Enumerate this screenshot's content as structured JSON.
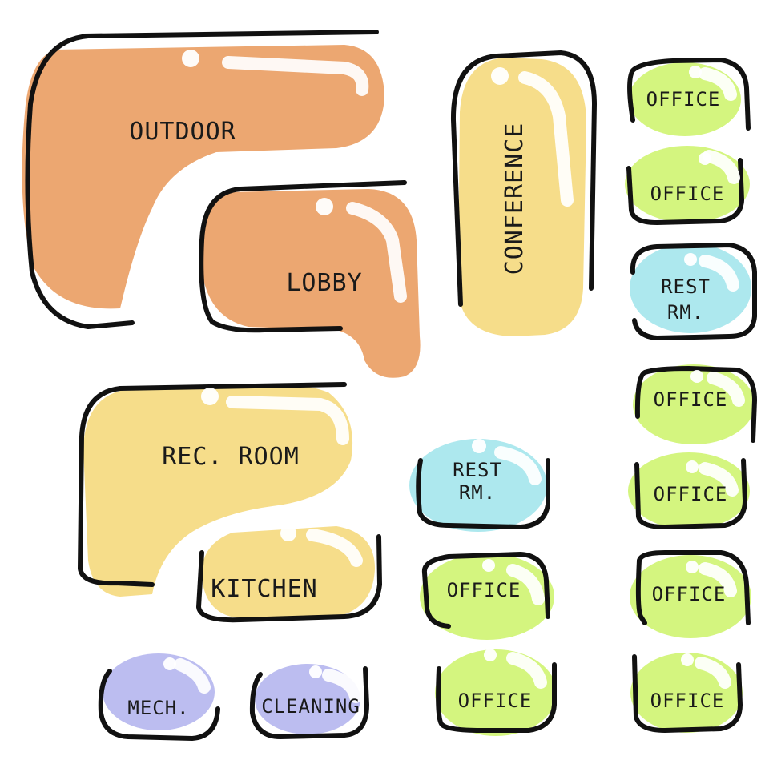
{
  "colors": {
    "outdoor_lobby": "#eca771",
    "rec_kitchen": "#f6dd8a",
    "conference": "#f6dd8a",
    "office": "#d4f57f",
    "rest_room": "#ade8ee",
    "utility": "#bcbdf0",
    "ink": "#111111"
  },
  "rooms": {
    "outdoor": "OUTDOOR",
    "lobby": "LOBBY",
    "conference": "CONFERENCE",
    "rec_room": "REC. ROOM",
    "kitchen": "KITCHEN",
    "mech": "MECH.",
    "cleaning": "CLEANING",
    "rest_room_center_line1": "REST",
    "rest_room_center_line2": "RM.",
    "rest_room_right_line1": "REST",
    "rest_room_right_line2": "RM.",
    "office_right_1": "OFFICE",
    "office_right_2": "OFFICE",
    "office_right_3": "OFFICE",
    "office_right_4": "OFFICE",
    "office_right_5": "OFFICE",
    "office_right_6": "OFFICE",
    "office_center_1": "OFFICE",
    "office_center_2": "OFFICE"
  }
}
